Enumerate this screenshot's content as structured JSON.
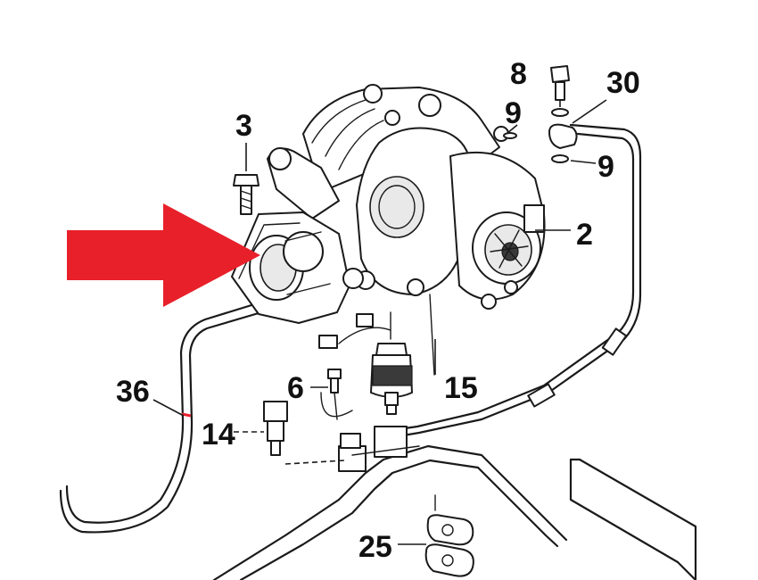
{
  "callouts": {
    "c8": "8",
    "c30": "30",
    "c9a": "9",
    "c9b": "9",
    "c3": "3",
    "c2": "2",
    "c36": "36",
    "c6": "6",
    "c15": "15",
    "c14": "14",
    "c25": "25"
  },
  "colors": {
    "arrow": "#e8202a",
    "ink": "#1a1a1a"
  },
  "highlight": "red-arrow-pointing-at-turbo-actuator"
}
